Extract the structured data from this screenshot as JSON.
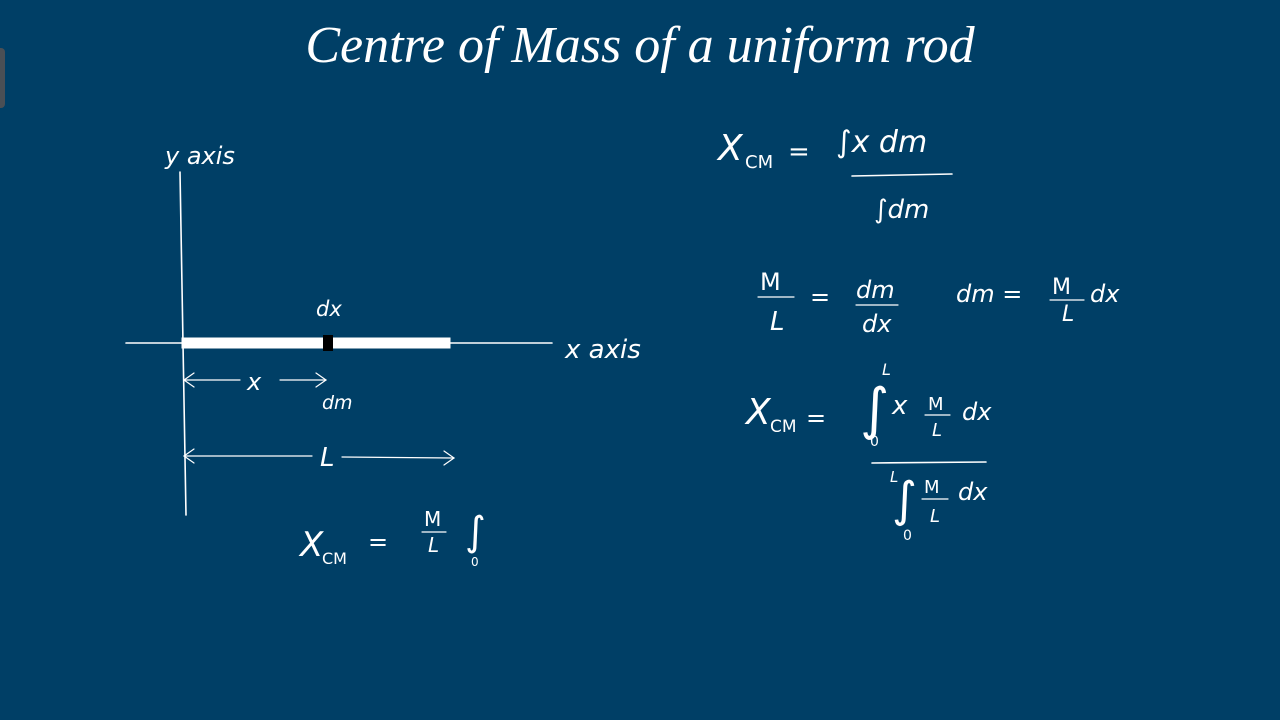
{
  "title": "Centre of Mass of a uniform rod",
  "colors": {
    "background": "#003f66",
    "ink": "#ffffff",
    "rod": "#ffffff",
    "element": "#000000"
  },
  "diagram": {
    "y_axis_label": "y axis",
    "x_axis_label": "x axis",
    "element_label": "dx",
    "position_label": "x",
    "mass_label": "dm",
    "length_label": "L"
  },
  "bottom_formula": {
    "lhs": "X",
    "sub": "CM",
    "eq": "=",
    "frac_num": "M",
    "frac_den": "L",
    "integral": "∫",
    "lower_limit": "0"
  },
  "formula_1": {
    "lhs": "X",
    "sub": "CM",
    "eq": "=",
    "numerator": "∫x dm",
    "denominator": "∫dm"
  },
  "formula_2": {
    "left_num": "M",
    "left_den": "L",
    "eq": "=",
    "right_num": "dm",
    "right_den": "dx",
    "dm_expr": "dm =",
    "dm_num": "M",
    "dm_den": "L",
    "dm_tail": "dx"
  },
  "formula_3": {
    "lhs": "X",
    "sub": "CM",
    "eq": "=",
    "num_integral": "∫",
    "num_upper": "L",
    "num_lower": "0",
    "num_x": "x",
    "num_frac_num": "M",
    "num_frac_den": "L",
    "num_tail": "dx",
    "den_integral": "∫",
    "den_upper": "L",
    "den_lower": "0",
    "den_frac_num": "M",
    "den_frac_den": "L",
    "den_tail": "dx"
  }
}
